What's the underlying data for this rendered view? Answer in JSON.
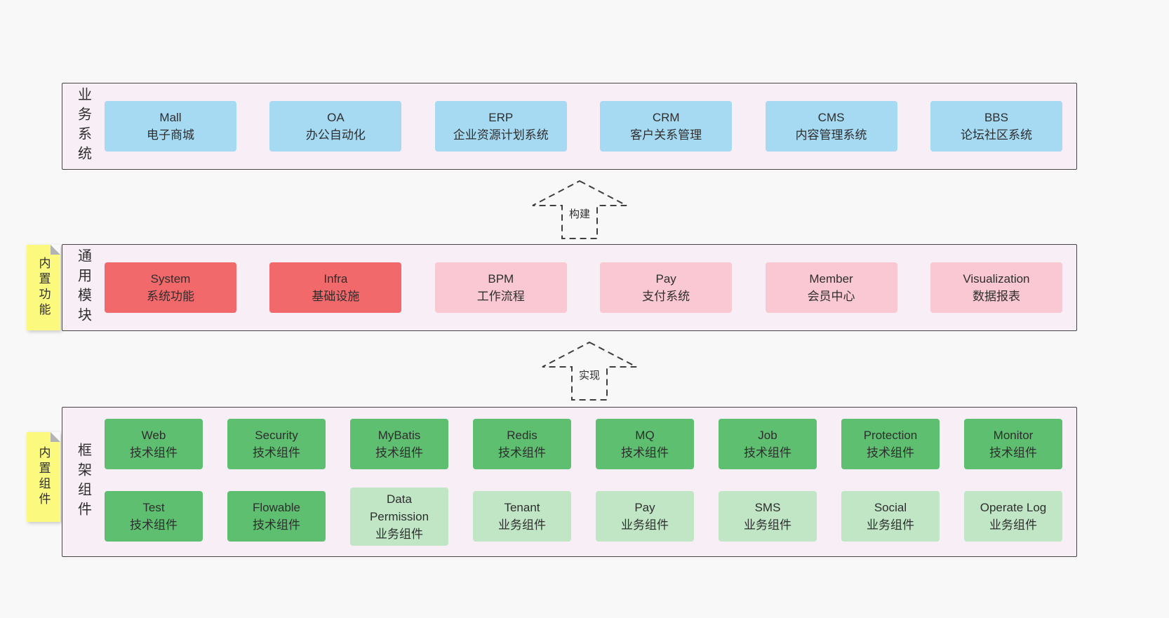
{
  "colors": {
    "page_bg": "#f8f8f8",
    "panel_bg": "#f8eef6",
    "panel_border": "#454545",
    "blue": "#a6d9f2",
    "red": "#f2696b",
    "pink": "#f9c8d3",
    "green": "#5ebf70",
    "lightgreen": "#c0e6c6",
    "sticky_yellow": "#fbf97e"
  },
  "arrows": {
    "build": "构建",
    "implement": "实现"
  },
  "layers": {
    "business": {
      "label": "业务系统",
      "items": [
        {
          "title": "Mall",
          "subtitle": "电子商城"
        },
        {
          "title": "OA",
          "subtitle": "办公自动化"
        },
        {
          "title": "ERP",
          "subtitle": "企业资源计划系统"
        },
        {
          "title": "CRM",
          "subtitle": "客户关系管理"
        },
        {
          "title": "CMS",
          "subtitle": "内容管理系统"
        },
        {
          "title": "BBS",
          "subtitle": "论坛社区系统"
        }
      ]
    },
    "modules": {
      "label": "通用模块",
      "sticky": "内置功能",
      "items": [
        {
          "title": "System",
          "subtitle": "系统功能",
          "variant": "red"
        },
        {
          "title": "Infra",
          "subtitle": "基础设施",
          "variant": "red"
        },
        {
          "title": "BPM",
          "subtitle": "工作流程",
          "variant": "pink"
        },
        {
          "title": "Pay",
          "subtitle": "支付系统",
          "variant": "pink"
        },
        {
          "title": "Member",
          "subtitle": "会员中心",
          "variant": "pink"
        },
        {
          "title": "Visualization",
          "subtitle": "数据报表",
          "variant": "pink"
        }
      ]
    },
    "framework": {
      "label": "框架组件",
      "sticky": "内置组件",
      "row1": [
        {
          "title": "Web",
          "subtitle": "技术组件",
          "variant": "green"
        },
        {
          "title": "Security",
          "subtitle": "技术组件",
          "variant": "green"
        },
        {
          "title": "MyBatis",
          "subtitle": "技术组件",
          "variant": "green"
        },
        {
          "title": "Redis",
          "subtitle": "技术组件",
          "variant": "green"
        },
        {
          "title": "MQ",
          "subtitle": "技术组件",
          "variant": "green"
        },
        {
          "title": "Job",
          "subtitle": "技术组件",
          "variant": "green"
        },
        {
          "title": "Protection",
          "subtitle": "技术组件",
          "variant": "green"
        },
        {
          "title": "Monitor",
          "subtitle": "技术组件",
          "variant": "green"
        }
      ],
      "row2": [
        {
          "title": "Test",
          "subtitle": "技术组件",
          "variant": "green"
        },
        {
          "title": "Flowable",
          "subtitle": "技术组件",
          "variant": "green"
        },
        {
          "title": "Data Permission",
          "subtitle": "业务组件",
          "variant": "lightgreen"
        },
        {
          "title": "Tenant",
          "subtitle": "业务组件",
          "variant": "lightgreen"
        },
        {
          "title": "Pay",
          "subtitle": "业务组件",
          "variant": "lightgreen"
        },
        {
          "title": "SMS",
          "subtitle": "业务组件",
          "variant": "lightgreen"
        },
        {
          "title": "Social",
          "subtitle": "业务组件",
          "variant": "lightgreen"
        },
        {
          "title": "Operate Log",
          "subtitle": "业务组件",
          "variant": "lightgreen"
        }
      ]
    }
  }
}
